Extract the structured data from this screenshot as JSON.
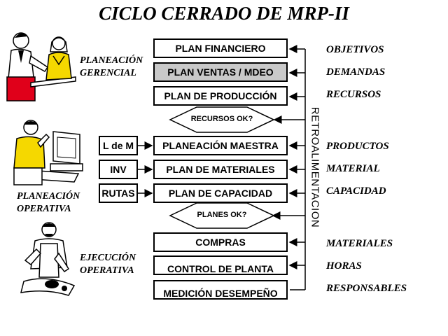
{
  "title": "CICLO CERRADO DE MRP-II",
  "flow_boxes": [
    "PLAN FINANCIERO",
    "PLAN VENTAS / MDEO",
    "PLAN DE PRODUCCIÓN",
    "PLANEACIÓN MAESTRA",
    "PLAN DE MATERIALES",
    "PLAN DE CAPACIDAD",
    "COMPRAS",
    "CONTROL DE PLANTA",
    "MEDICIÓN DESEMPEÑO"
  ],
  "decisions": [
    "RECURSOS OK?",
    "PLANES OK?"
  ],
  "input_boxes": [
    "L de M",
    "INV",
    "RUTAS"
  ],
  "feedback_label": "RETROALIMENTACION",
  "right_labels": [
    "OBJETIVOS",
    "DEMANDAS",
    "RECURSOS",
    "PRODUCTOS",
    "MATERIAL",
    "CAPACIDAD",
    "MATERIALES",
    "HORAS",
    "RESPONSABLES"
  ],
  "left_labels": {
    "gerencial": [
      "PLANEACIÓN",
      "GERENCIAL"
    ],
    "operativa": [
      "PLANEACIÓN",
      "OPERATIVA"
    ],
    "ejecucion": [
      "EJECUCIÓN",
      "OPERATIVA"
    ]
  },
  "colors": {
    "shaded_box": "#c9c9c9",
    "figure_yellow": "#f5d800",
    "figure_red": "#e0001a"
  }
}
